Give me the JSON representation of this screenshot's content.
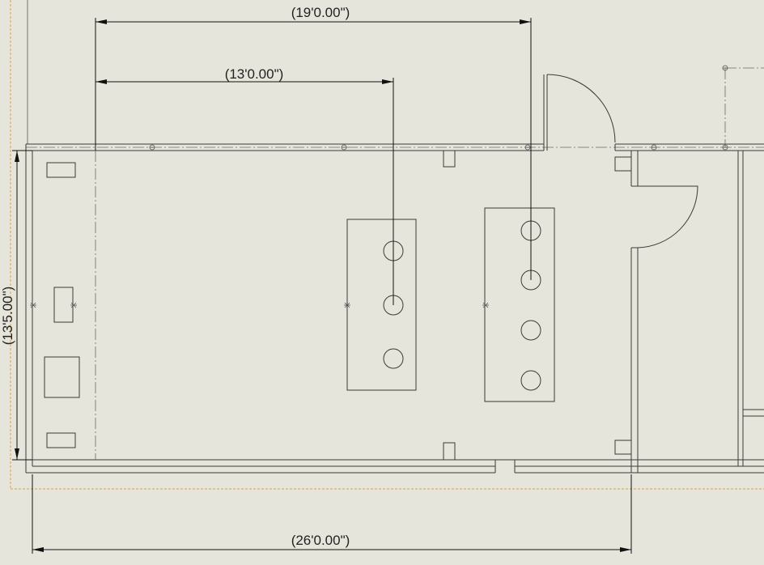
{
  "dimensions": {
    "top_width": "(19'0.00\")",
    "inner_width": "(13'0.00\")",
    "height": "(13'5.00\")",
    "bottom_width": "(26'0.00\")"
  },
  "colors": {
    "background": "#e6e5dc",
    "lines": "#3a3a3a",
    "sheet_border": "#e0a040"
  }
}
